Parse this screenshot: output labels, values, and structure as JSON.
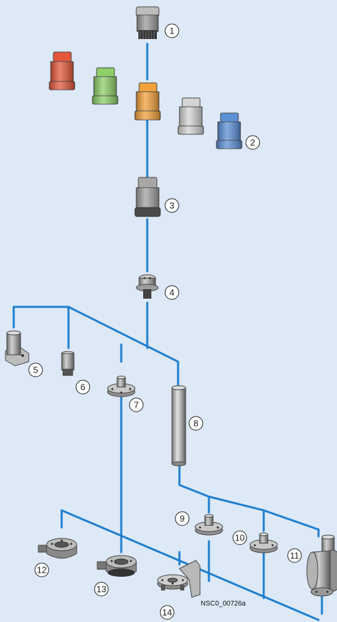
{
  "diagram": {
    "line_color": "#1f7fd0",
    "background": "#dde9f6",
    "callouts": [
      "1",
      "2",
      "3",
      "4",
      "5",
      "6",
      "7",
      "8",
      "9",
      "10",
      "11",
      "12",
      "13",
      "14"
    ],
    "image_code": "NSC0_00726a",
    "cap_colors": {
      "red": "#e4573b",
      "green": "#8fcf69",
      "orange": "#f2a13b",
      "light_gray": "#d4d4d4",
      "blue": "#5b8fd6",
      "dark_gray": "#8a8a8a"
    }
  }
}
